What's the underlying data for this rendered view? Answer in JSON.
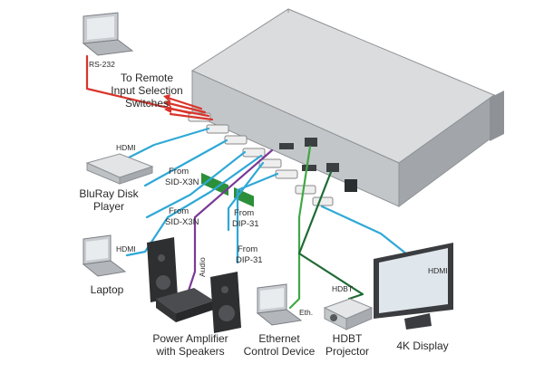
{
  "labels": {
    "rs232": "RS-232",
    "remote": [
      "To Remote",
      "Input Selection",
      "Switches"
    ],
    "hdmi_bluray": "HDMI",
    "bluray": [
      "BluRay Disk",
      "Player"
    ],
    "from_sid_1": [
      "From",
      "SID-X3N"
    ],
    "from_sid_2": [
      "From",
      "SID-X3N"
    ],
    "from_dip_1": [
      "From",
      "DIP-31"
    ],
    "from_dip_2": [
      "From",
      "DIP-31"
    ],
    "hdmi_laptop": "HDMI",
    "laptop": "Laptop",
    "audio": "Audio",
    "power_amp": [
      "Power Amplifier",
      "with Speakers"
    ],
    "eth": "Eth.",
    "ethernet": [
      "Ethernet",
      "Control Device"
    ],
    "hdbt_cable": "HDBT",
    "hdbt_projector": [
      "HDBT",
      "Projector"
    ],
    "hdmi_display": "HDMI",
    "display": "4K Display"
  },
  "colors": {
    "rs232": "#d9342b",
    "remote": "#d9342b",
    "hdmi": "#2fa8d6",
    "audio": "#7a3a96",
    "ethernet": "#3fa845",
    "hdbt": "#1f6b35",
    "device_top": "#d8dadc",
    "device_front": "#bfc2c5",
    "device_side": "#9fa3a7"
  }
}
